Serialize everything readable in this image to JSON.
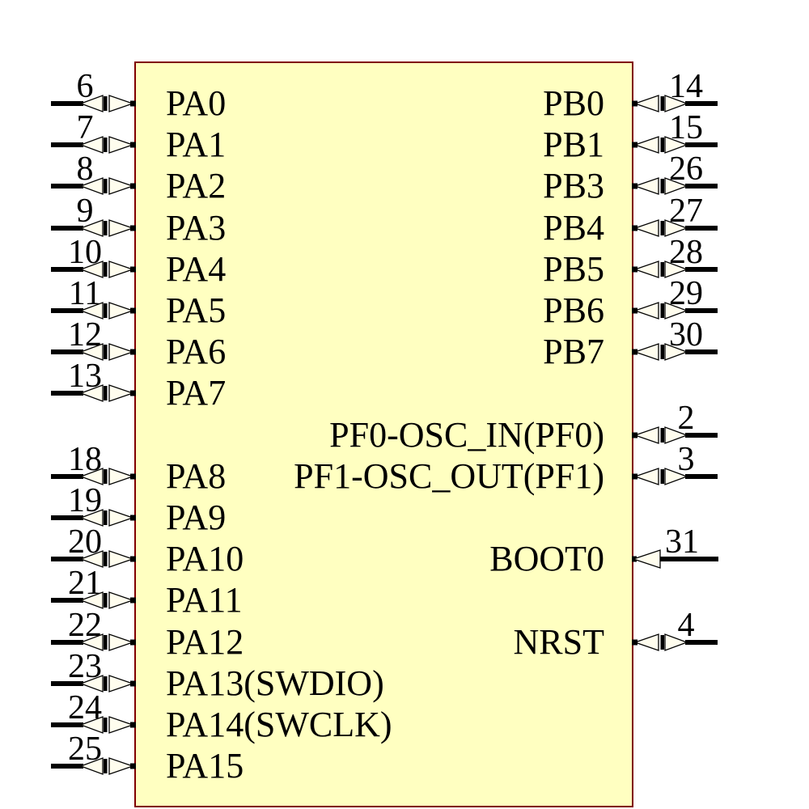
{
  "schematic": {
    "component_kind": "microcontroller-symbol",
    "colors": {
      "body_fill": "#FFFFC1",
      "body_border": "#800000",
      "pin_arrow_fill": "#FFFDEE",
      "line": "#000000"
    },
    "pins_left": [
      {
        "number": "6",
        "label": "PA0",
        "row": 0,
        "direction": "bidirectional"
      },
      {
        "number": "7",
        "label": "PA1",
        "row": 1,
        "direction": "bidirectional"
      },
      {
        "number": "8",
        "label": "PA2",
        "row": 2,
        "direction": "bidirectional"
      },
      {
        "number": "9",
        "label": "PA3",
        "row": 3,
        "direction": "bidirectional"
      },
      {
        "number": "10",
        "label": "PA4",
        "row": 4,
        "direction": "bidirectional"
      },
      {
        "number": "11",
        "label": "PA5",
        "row": 5,
        "direction": "bidirectional"
      },
      {
        "number": "12",
        "label": "PA6",
        "row": 6,
        "direction": "bidirectional"
      },
      {
        "number": "13",
        "label": "PA7",
        "row": 7,
        "direction": "bidirectional"
      },
      {
        "number": "18",
        "label": "PA8",
        "row": 9,
        "direction": "bidirectional"
      },
      {
        "number": "19",
        "label": "PA9",
        "row": 10,
        "direction": "bidirectional"
      },
      {
        "number": "20",
        "label": "PA10",
        "row": 11,
        "direction": "bidirectional"
      },
      {
        "number": "21",
        "label": "PA11",
        "row": 12,
        "direction": "bidirectional"
      },
      {
        "number": "22",
        "label": "PA12",
        "row": 13,
        "direction": "bidirectional"
      },
      {
        "number": "23",
        "label": "PA13(SWDIO)",
        "row": 14,
        "direction": "bidirectional"
      },
      {
        "number": "24",
        "label": "PA14(SWCLK)",
        "row": 15,
        "direction": "bidirectional"
      },
      {
        "number": "25",
        "label": "PA15",
        "row": 16,
        "direction": "bidirectional"
      }
    ],
    "pins_right": [
      {
        "number": "14",
        "label": "PB0",
        "row": 0,
        "direction": "bidirectional"
      },
      {
        "number": "15",
        "label": "PB1",
        "row": 1,
        "direction": "bidirectional"
      },
      {
        "number": "26",
        "label": "PB3",
        "row": 2,
        "direction": "bidirectional"
      },
      {
        "number": "27",
        "label": "PB4",
        "row": 3,
        "direction": "bidirectional"
      },
      {
        "number": "28",
        "label": "PB5",
        "row": 4,
        "direction": "bidirectional"
      },
      {
        "number": "29",
        "label": "PB6",
        "row": 5,
        "direction": "bidirectional"
      },
      {
        "number": "30",
        "label": "PB7",
        "row": 6,
        "direction": "bidirectional"
      },
      {
        "number": "2",
        "label": "PF0-OSC_IN(PF0)",
        "row": 8,
        "direction": "bidirectional"
      },
      {
        "number": "3",
        "label": "PF1-OSC_OUT(PF1)",
        "row": 9,
        "direction": "bidirectional"
      },
      {
        "number": "31",
        "label": "BOOT0",
        "row": 11,
        "direction": "input"
      },
      {
        "number": "4",
        "label": "NRST",
        "row": 13,
        "direction": "bidirectional"
      }
    ]
  }
}
